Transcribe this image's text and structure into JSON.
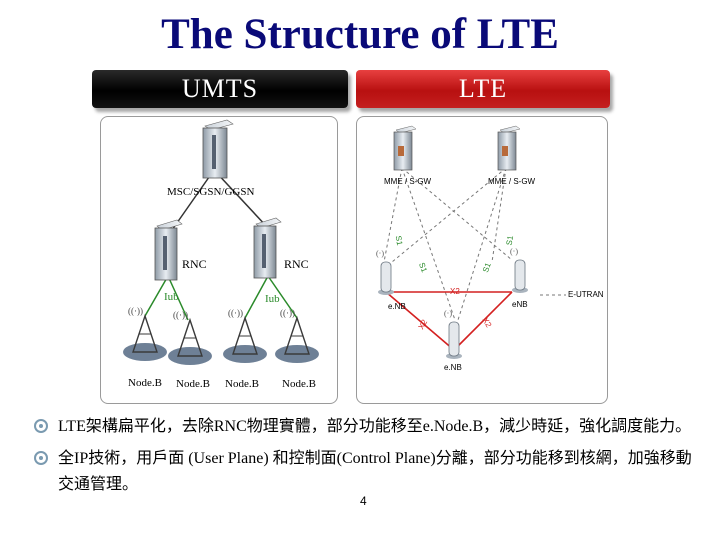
{
  "title": "The Structure of LTE",
  "headers": {
    "umts": "UMTS",
    "lte": "LTE"
  },
  "umts": {
    "core_label": "MSC/SGSN/GGSN",
    "rnc_left": "RNC",
    "rnc_right": "RNC",
    "iub_left": "Iub",
    "iub_right": "Iub",
    "nodeb_labels": [
      "Node.B",
      "Node.B",
      "Node.B",
      "Node.B"
    ]
  },
  "lte": {
    "mme_left": "MME / S-GW",
    "mme_right": "MME / S-GW",
    "s1_labels": [
      "S1",
      "S1",
      "S1",
      "S1"
    ],
    "x2_labels": [
      "X2",
      "X2",
      "X2"
    ],
    "enb_left": "e.NB",
    "enb_right": "eNB",
    "enb_bottom": "e.NB",
    "eutran": "E-UTRAN"
  },
  "bullets": [
    "LTE架構扁平化，去除RNC物理實體，部分功能移至e.Node.B，減少時延，強化調度能力。",
    "全IP技術，用戶面 (User Plane) 和控制面(Control Plane)分離，部分功能移到核網，加強移動交通管理。"
  ],
  "page_number": "4",
  "colors": {
    "title": "#0a0a78",
    "lte_header": "#c42020",
    "umts_header": "#000000",
    "x2_link": "#d42020",
    "iub_link": "#2a8a2a"
  }
}
